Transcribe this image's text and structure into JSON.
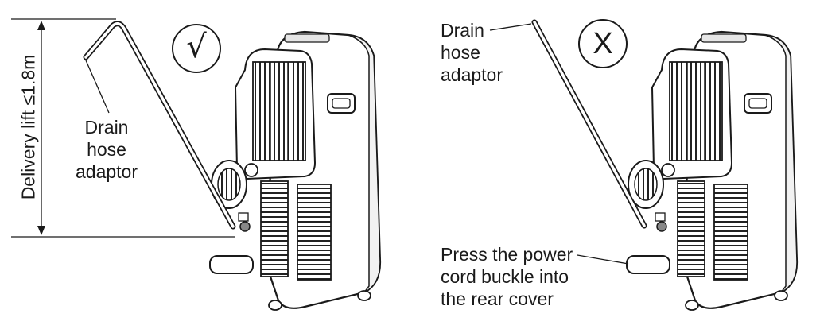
{
  "left_panel": {
    "status_mark": "√",
    "dimension_label": "Delivery lift ≤1.8m",
    "drain_label": [
      "Drain",
      "hose",
      "adaptor"
    ]
  },
  "right_panel": {
    "status_mark": "X",
    "drain_label": [
      "Drain",
      "hose",
      "adaptor"
    ],
    "power_cord_label": [
      "Press the power",
      "cord buckle into",
      "the rear cover"
    ]
  }
}
